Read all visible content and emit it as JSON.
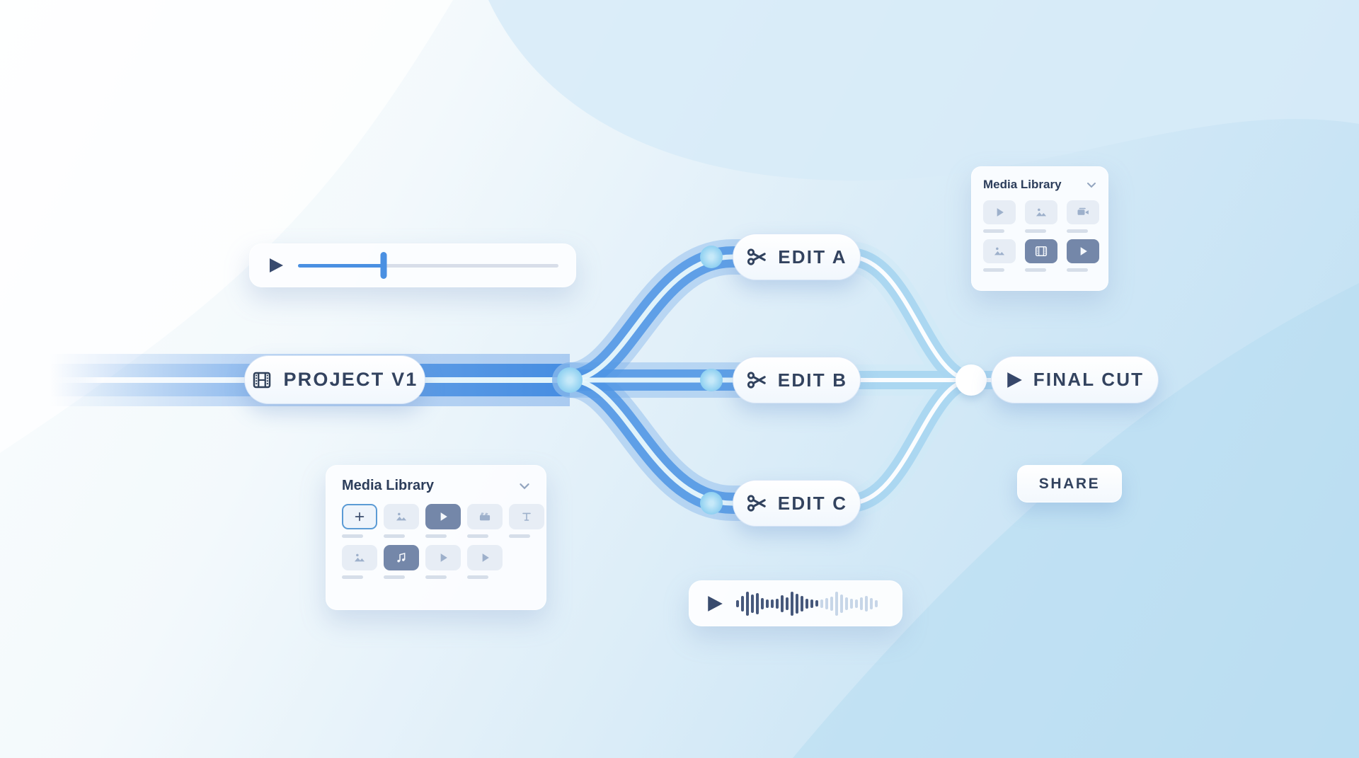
{
  "palette": {
    "accent_blue": "#4a90e2",
    "navy_text": "#33435f",
    "node_cyan": "#9ed7f4",
    "branch_band": "#4f95e4",
    "pale_band": "#a9d6f0",
    "waveform_played": "#46587b",
    "waveform_remaining": "#c7d6e8"
  },
  "player": {
    "play_icon": "play-icon",
    "progress_pct": 33
  },
  "nodes": {
    "project": {
      "label": "PROJECT V1",
      "icon": "filmstrip-icon"
    },
    "edits": [
      {
        "label": "EDIT A",
        "icon": "scissors-icon"
      },
      {
        "label": "EDIT B",
        "icon": "scissors-icon"
      },
      {
        "label": "EDIT C",
        "icon": "scissors-icon"
      }
    ],
    "final": {
      "label": "FINAL CUT",
      "icon": "play-icon"
    },
    "share": {
      "label": "SHARE"
    }
  },
  "media_library_right": {
    "title": "Media Library",
    "chevron_icon": "chevron-down-icon",
    "tiles": [
      {
        "icon": "play",
        "variant": "faint"
      },
      {
        "icon": "image",
        "variant": "faint"
      },
      {
        "icon": "camera",
        "variant": "faint"
      },
      {
        "icon": "image",
        "variant": "faint"
      },
      {
        "icon": "filmstrip",
        "variant": "dark"
      },
      {
        "icon": "play",
        "variant": "dark"
      }
    ]
  },
  "media_library_left": {
    "title": "Media Library",
    "chevron_icon": "chevron-down-icon",
    "tiles": [
      {
        "icon": "plus",
        "variant": "outlined"
      },
      {
        "icon": "image",
        "variant": "faint"
      },
      {
        "icon": "play",
        "variant": "dark"
      },
      {
        "icon": "clapper",
        "variant": "faint"
      },
      {
        "icon": "text",
        "variant": "faint"
      },
      {
        "icon": "image",
        "variant": "faint"
      },
      {
        "icon": "music",
        "variant": "dark"
      },
      {
        "icon": "play",
        "variant": "faint"
      },
      {
        "icon": "play",
        "variant": "faint"
      }
    ]
  },
  "waveform": {
    "play_icon": "play-icon",
    "bars_played": [
      10,
      22,
      34,
      26,
      30,
      16,
      12,
      12,
      14,
      24,
      18,
      34,
      28,
      22,
      14,
      12,
      9
    ],
    "bars_remaining": [
      12,
      16,
      20,
      34,
      26,
      18,
      14,
      12,
      18,
      22,
      16,
      10
    ]
  }
}
